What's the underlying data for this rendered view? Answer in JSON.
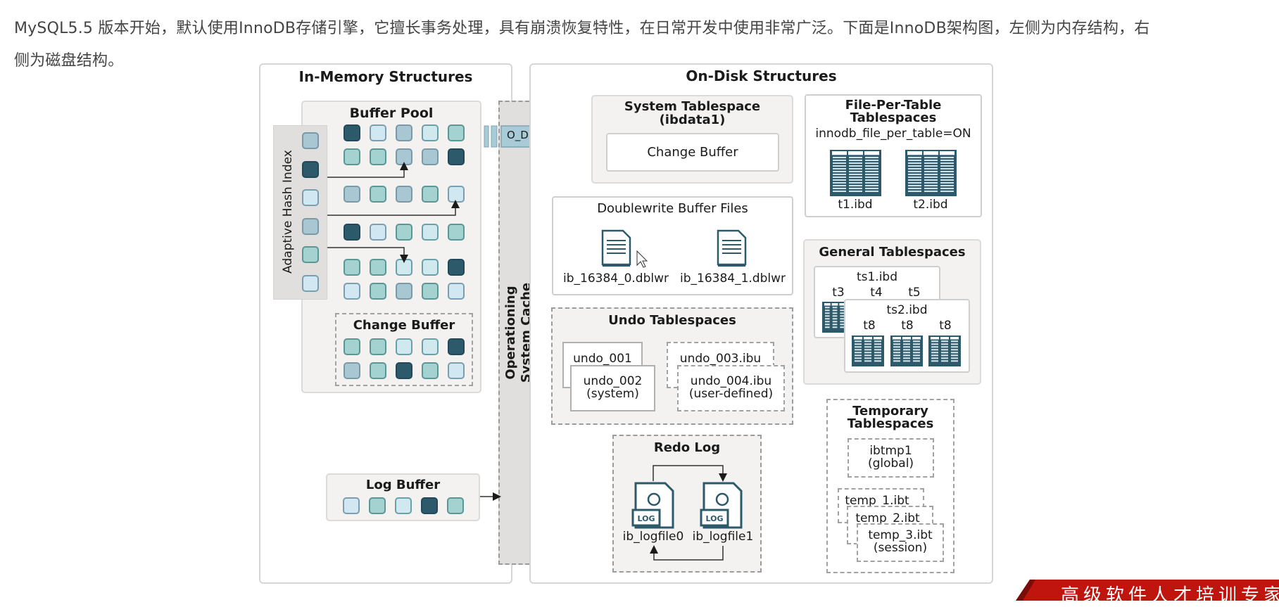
{
  "intro": {
    "line1": "MySQL5.5 版本开始，默认使用InnoDB存储引擎，它擅长事务处理，具有崩溃恢复特性，在日常开发中使用非常广泛。下面是InnoDB架构图，左侧为内存结构，右",
    "line2": "侧为磁盘结构。"
  },
  "diagram": {
    "in_memory": {
      "title": "In-Memory Structures",
      "buffer_pool": {
        "title": "Buffer Pool",
        "rows": [
          [
            "c1",
            "c2",
            "c3",
            "c4",
            "c5"
          ],
          [
            "c5",
            "c5",
            "c3",
            "c3",
            "c1"
          ],
          [
            "c3",
            "c5",
            "c3",
            "c5",
            "c2"
          ],
          [
            "c1",
            "c2",
            "c5",
            "c4",
            "c5"
          ],
          [
            "c5",
            "c5",
            "c4",
            "c4",
            "c1"
          ],
          [
            "c2",
            "c5",
            "c3",
            "c5",
            "c2"
          ]
        ]
      },
      "adaptive_hash_index": {
        "title": "Adaptive Hash Index",
        "cells": [
          "c3",
          "c1",
          "c2",
          "c3",
          "c5",
          "c2"
        ]
      },
      "change_buffer": {
        "title": "Change Buffer",
        "rows": [
          [
            "c5",
            "c5",
            "c4",
            "c4",
            "c1"
          ],
          [
            "c3",
            "c5",
            "c1",
            "c5",
            "c2"
          ]
        ]
      },
      "log_buffer": {
        "title": "Log Buffer",
        "cells": [
          "c2",
          "c5",
          "c4",
          "c1",
          "c5"
        ]
      }
    },
    "os_cache": {
      "title_line1": "Operationing",
      "title_line2": "System Cache"
    },
    "o_direct": "O_DIRECT",
    "on_disk": {
      "title": "On-Disk Structures",
      "system_tablespace": {
        "title_line1": "System Tablespace",
        "title_line2": "(ibdata1)",
        "inner": "Change Buffer"
      },
      "file_per_table": {
        "title_line1": "File-Per-Table",
        "title_line2": "Tablespaces",
        "setting": "innodb_file_per_table=ON",
        "files": [
          "t1.ibd",
          "t2.ibd"
        ]
      },
      "doublewrite": {
        "title": "Doublewrite Buffer Files",
        "files": [
          "ib_16384_0.dblwr",
          "ib_16384_1.dblwr"
        ]
      },
      "general": {
        "title": "General Tablespaces",
        "ts1": {
          "name": "ts1.ibd",
          "tables": [
            "t3",
            "t4",
            "t5"
          ]
        },
        "ts2": {
          "name": "ts2.ibd",
          "tables": [
            "t8",
            "t8",
            "t8"
          ]
        }
      },
      "undo": {
        "title": "Undo Tablespaces",
        "undo_001": "undo_001",
        "undo_002": "undo_002",
        "undo_002_note": "(system)",
        "undo_003": "undo_003.ibu",
        "undo_004": "undo_004.ibu",
        "undo_004_note": "(user-defined)"
      },
      "temporary": {
        "title_line1": "Temporary",
        "title_line2": "Tablespaces",
        "ibtmp1": "ibtmp1",
        "ibtmp1_note": "(global)",
        "temp_1": "temp_1.ibt",
        "temp_2": "temp_2.ibt",
        "temp_3": "temp_3.ibt",
        "temp_3_note": "(session)"
      },
      "redo": {
        "title": "Redo Log",
        "log_label": "LOG",
        "files": [
          "ib_logfile0",
          "ib_logfile1"
        ]
      }
    }
  },
  "banner": {
    "text": "高级软件人才培训专家"
  }
}
